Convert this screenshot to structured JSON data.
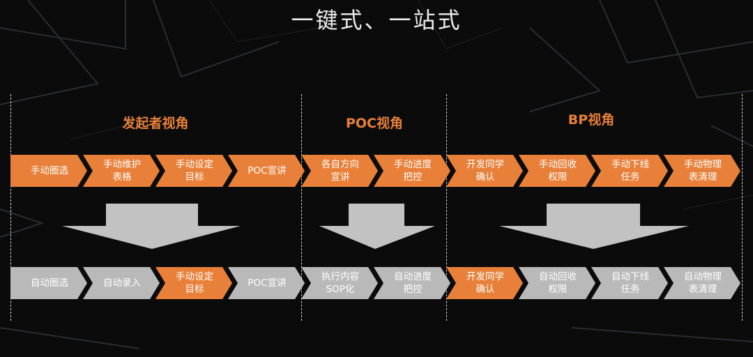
{
  "title": "一键式、一站式",
  "sections": [
    {
      "label": "发起者视角"
    },
    {
      "label": "POC视角"
    },
    {
      "label": "BP视角"
    }
  ],
  "colors": {
    "orange": "#e8803a",
    "gray": "#b9b9b9",
    "arrow": "#c2c2c2",
    "background": "#0b0b0c"
  },
  "manual_row": [
    {
      "label": "手动圈选",
      "color": "orange"
    },
    {
      "label": "手动维护\n表格",
      "color": "orange"
    },
    {
      "label": "手动设定\n目标",
      "color": "orange"
    },
    {
      "label": "POC宣讲",
      "color": "orange"
    },
    {
      "label": "各自方向\n宣讲",
      "color": "orange"
    },
    {
      "label": "手动进度\n把控",
      "color": "orange"
    },
    {
      "label": "开发同学\n确认",
      "color": "orange"
    },
    {
      "label": "手动回收\n权限",
      "color": "orange"
    },
    {
      "label": "手动下线\n任务",
      "color": "orange"
    },
    {
      "label": "手动物理\n表清理",
      "color": "orange"
    }
  ],
  "auto_row": [
    {
      "label": "自动圈选",
      "color": "gray"
    },
    {
      "label": "自动录入",
      "color": "gray"
    },
    {
      "label": "手动设定\n目标",
      "color": "orange"
    },
    {
      "label": "POC宣讲",
      "color": "gray"
    },
    {
      "label": "执行内容\nSOP化",
      "color": "gray"
    },
    {
      "label": "自动进度\n把控",
      "color": "gray"
    },
    {
      "label": "开发同学\n确认",
      "color": "orange"
    },
    {
      "label": "自动回收\n权限",
      "color": "gray"
    },
    {
      "label": "自动下线\n任务",
      "color": "gray"
    },
    {
      "label": "自动物理\n表清理",
      "color": "gray"
    }
  ]
}
